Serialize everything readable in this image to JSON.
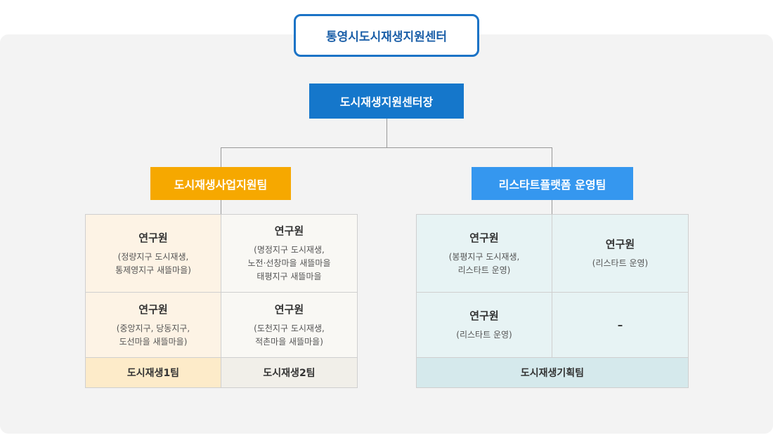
{
  "center_title": "통영시도시재생지원센터",
  "director": "도시재생지원센터장",
  "teams": {
    "business_support": {
      "name": "도시재생사업지원팀",
      "cells": [
        {
          "role": "연구원",
          "desc": "(정량지구 도시재생,\n통제영지구 새뜰마을)"
        },
        {
          "role": "연구원",
          "desc": "(명정지구 도시재생,\n노전·선창마을 새뜰마을\n태평지구 새뜰마을"
        },
        {
          "role": "연구원",
          "desc": "(중앙지구, 당동지구,\n도선마을 새뜰마을)"
        },
        {
          "role": "연구원",
          "desc": "(도천지구 도시재생,\n적촌마을 새뜰마을)"
        }
      ],
      "sub_teams": [
        "도시재생1팀",
        "도시재생2팀"
      ]
    },
    "restart_platform": {
      "name": "리스타트플랫폼 운영팀",
      "cells": [
        {
          "role": "연구원",
          "desc": "(봉평지구 도시재생,\n리스타트 운영)"
        },
        {
          "role": "연구원",
          "desc": "(리스타트 운영)"
        },
        {
          "role": "연구원",
          "desc": "(리스타트 운영)"
        },
        {
          "role": "",
          "desc": "",
          "dash": "–"
        }
      ],
      "sub_teams": [
        "도시재생기획팀"
      ]
    }
  },
  "colors": {
    "title_border": "#1b73c6",
    "director": "#1577cb",
    "team1": "#f6a800",
    "team2": "#3597ef",
    "cell_orange": "#fdf3e5",
    "cell_neutral": "#f9f8f4",
    "cell_teal": "#e7f3f4"
  }
}
